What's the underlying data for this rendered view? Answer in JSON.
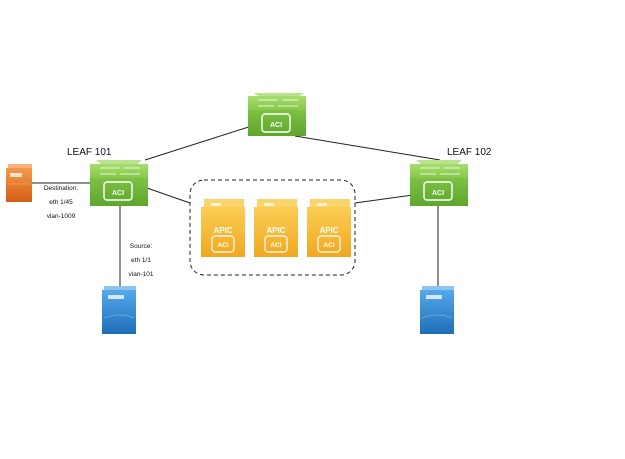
{
  "nodes": {
    "spine": {
      "badge": "ACI"
    },
    "leaf101": {
      "name": "LEAF 101",
      "badge": "ACI"
    },
    "leaf102": {
      "name": "LEAF 102",
      "badge": "ACI"
    },
    "apic_cluster": {
      "controllers": [
        {
          "label": "APIC",
          "badge": "ACI"
        },
        {
          "label": "APIC",
          "badge": "ACI"
        },
        {
          "label": "APIC",
          "badge": "ACI"
        }
      ]
    }
  },
  "span": {
    "destination": {
      "title": "Destination:",
      "port": "eth 1/45",
      "vlan": "vlan-1009"
    },
    "source": {
      "title": "Source:",
      "port": "eth 1/1",
      "vlan": "vlan-101"
    }
  },
  "colors": {
    "switch_green": "#7dc243",
    "switch_green_dark": "#5a9a2e",
    "apic_yellow": "#f6b73c",
    "server_blue": "#3a8fd6",
    "server_orange": "#e8762c",
    "line": "#222222"
  }
}
